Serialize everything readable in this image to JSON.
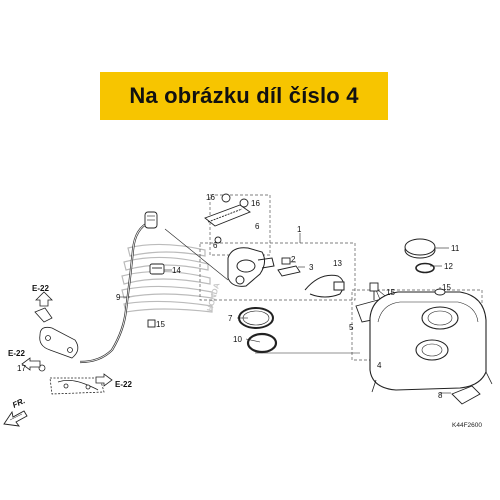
{
  "banner": {
    "text": "Na obrázku díl číslo 4",
    "color": "#f7c500"
  },
  "diagram": {
    "part_numbers": [
      "1",
      "2",
      "3",
      "4",
      "5",
      "6",
      "6",
      "7",
      "8",
      "9",
      "10",
      "11",
      "12",
      "13",
      "14",
      "15",
      "15",
      "16",
      "16",
      "17"
    ],
    "refs": [
      "E-22",
      "E-22",
      "E-22"
    ],
    "direction": "FR.",
    "watermark": "HONDA",
    "code": "K44F2600"
  }
}
